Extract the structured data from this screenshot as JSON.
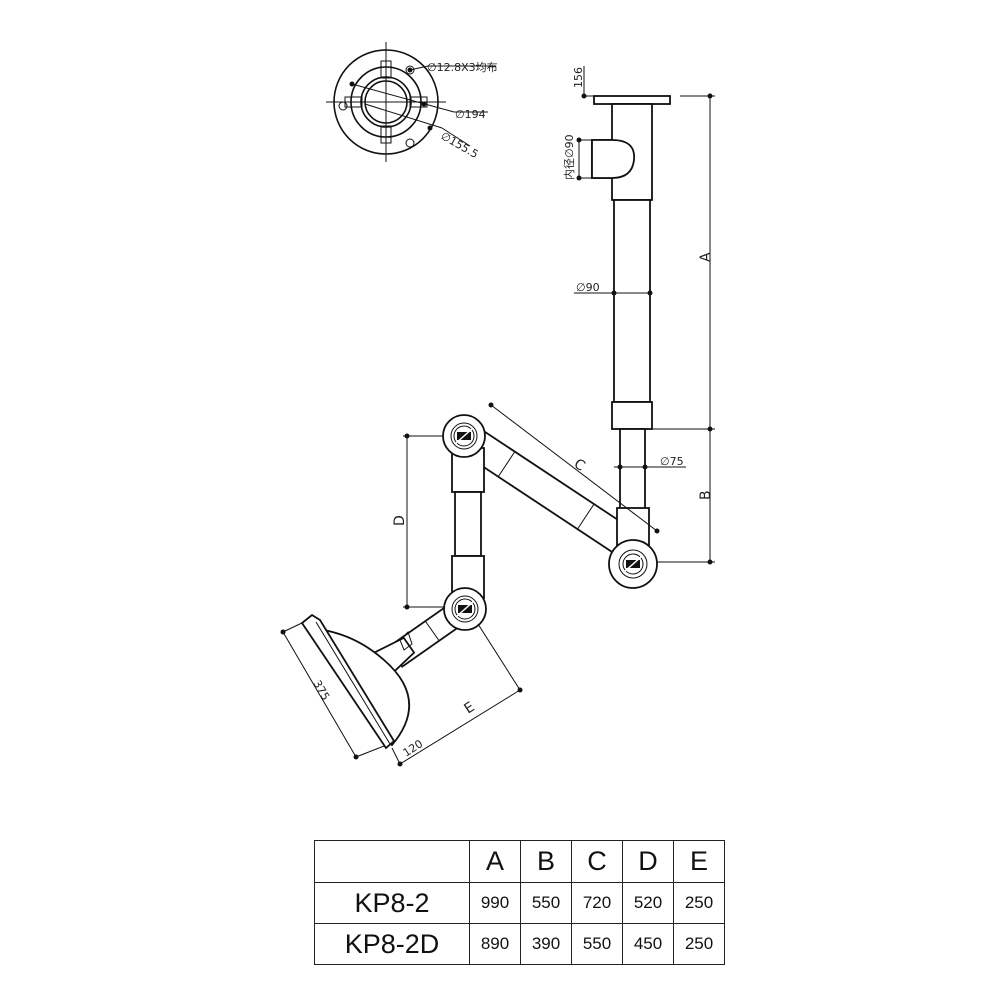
{
  "drawing": {
    "flange_callouts": [
      "∅12.8X3均布",
      "∅194",
      "∅155.5"
    ],
    "top_height": "156",
    "inner_diameter": "内径∅90",
    "upper_tube": "∅90",
    "lower_tube": "∅75",
    "hood_width": "375",
    "hood_depth": "120",
    "dimension_letters": [
      "A",
      "B",
      "C",
      "D",
      "E"
    ]
  },
  "table": {
    "headers": [
      "A",
      "B",
      "C",
      "D",
      "E"
    ],
    "rows": [
      {
        "model": "KP8-2",
        "values": [
          "990",
          "550",
          "720",
          "520",
          "250"
        ]
      },
      {
        "model": "KP8-2D",
        "values": [
          "890",
          "390",
          "550",
          "450",
          "250"
        ]
      }
    ]
  }
}
